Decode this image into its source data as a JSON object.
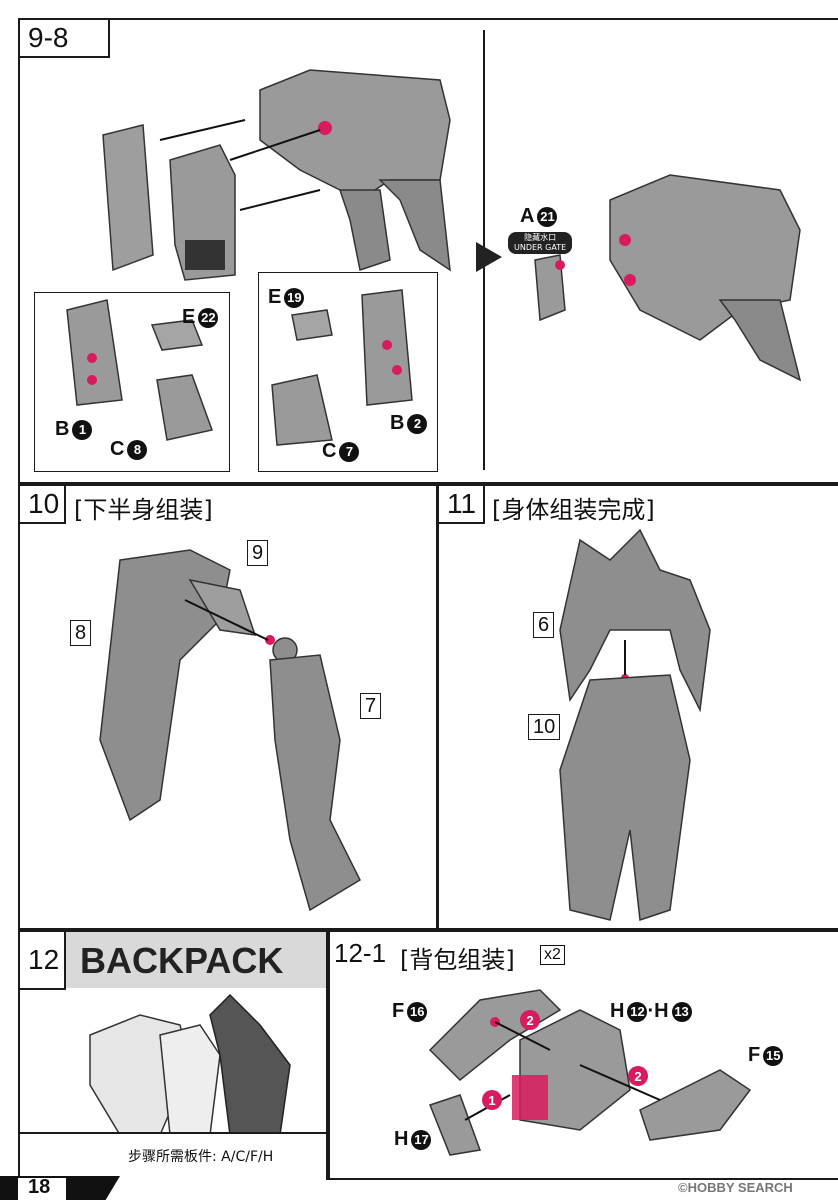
{
  "step9": {
    "label": "9-8",
    "detail_left": {
      "e_label": "E",
      "e_num": "22",
      "b_label": "B",
      "b_num": "1",
      "c_label": "C",
      "c_num": "8"
    },
    "detail_right": {
      "e_label": "E",
      "e_num": "19",
      "b_label": "B",
      "b_num": "2",
      "c_label": "C",
      "c_num": "7"
    },
    "gate": {
      "a_label": "A",
      "a_num": "21",
      "hidden_gate_cn": "隐藏水口",
      "hidden_gate_en": "UNDER GATE"
    }
  },
  "step10": {
    "label": "10",
    "title": "[下半身组装]",
    "callouts": [
      "9",
      "8",
      "7"
    ]
  },
  "step11": {
    "label": "11",
    "title": "[身体组装完成]",
    "callouts": [
      "6",
      "10"
    ]
  },
  "step12": {
    "label": "12",
    "title": "BACKPACK",
    "parts_note": "步骤所需板件:  A/C/F/H"
  },
  "step12_1": {
    "label": "12-1",
    "title": "[背包组装]",
    "multiplier": "x2",
    "parts": {
      "f16": "F",
      "f16_num": "16",
      "h12": "H",
      "h12_num": "12",
      "h13_sep": "·H",
      "h13_num": "13",
      "f15": "F",
      "f15_num": "15",
      "h17": "H",
      "h17_num": "17"
    },
    "order": [
      "1",
      "2",
      "2"
    ]
  },
  "footer": {
    "page_number": "18",
    "watermark": "©HOBBY SEARCH"
  },
  "colors": {
    "accent": "#d81b60",
    "part_fill": "#9a9a9a",
    "part_dark": "#555555"
  }
}
